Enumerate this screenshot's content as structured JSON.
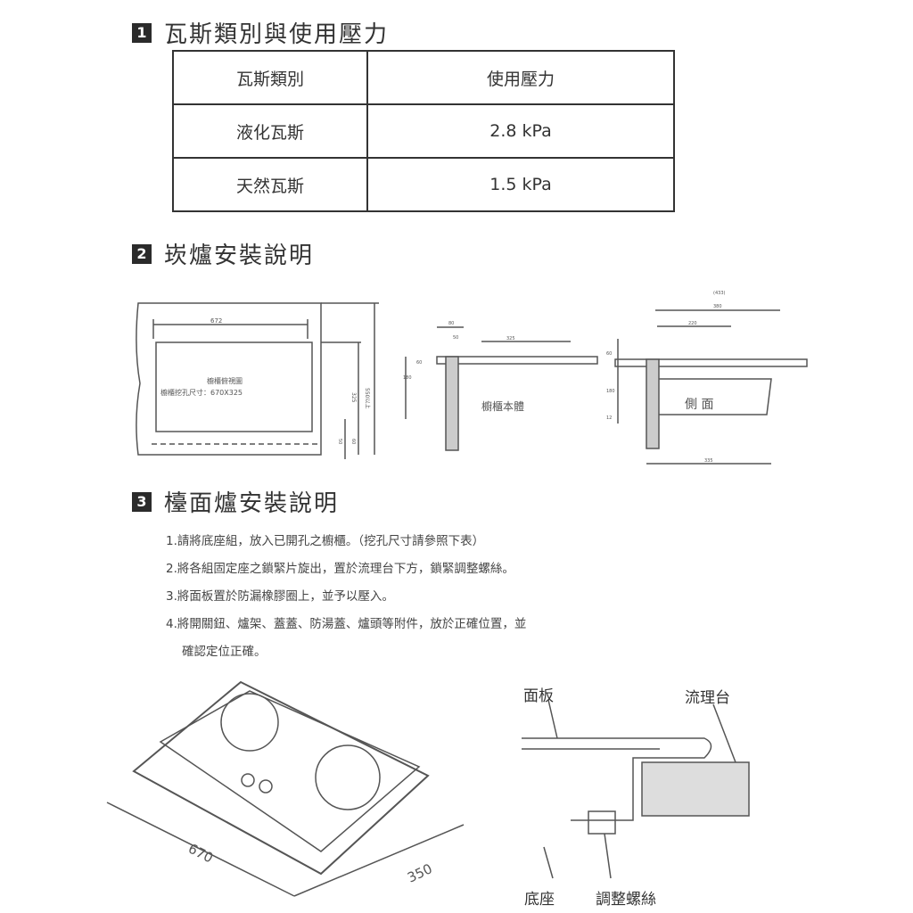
{
  "section1": {
    "number": "1",
    "title": "瓦斯類別與使用壓力",
    "table": {
      "headers": [
        "瓦斯類別",
        "使用壓力"
      ],
      "rows": [
        [
          "液化瓦斯",
          "2.8 kPa"
        ],
        [
          "天然瓦斯",
          "1.5 kPa"
        ]
      ]
    }
  },
  "section2": {
    "number": "2",
    "title": "崁爐安裝說明",
    "top_view": {
      "caption1": "櫥櫃俯視圖",
      "caption2": "櫥櫃挖孔尺寸：670X325",
      "dim_width": "672",
      "dim_depth": "325",
      "dim_total": "550以上",
      "dim_a": "50",
      "dim_b": "60"
    },
    "cabinet_view": {
      "label": "櫥櫃本體",
      "dim_a": "80",
      "dim_b": "50",
      "dim_c": "325",
      "dim_d": "60",
      "dim_e": "180"
    },
    "side_view": {
      "label": "側 面",
      "dim_a": "(433)",
      "dim_b": "380",
      "dim_c": "220",
      "dim_d": "60",
      "dim_e": "180",
      "dim_f": "12",
      "dim_g": "335"
    }
  },
  "section3": {
    "number": "3",
    "title": "檯面爐安裝說明",
    "steps": [
      "1.請將底座組，放入已開孔之櫥櫃。（挖孔尺寸請參照下表）",
      "2.將各組固定座之鎖緊片旋出，置於流理台下方，鎖緊調整螺絲。",
      "3.將面板置於防漏橡膠圈上，並予以壓入。",
      "4.將開關鈕、爐架、蓋蓋、防湯蓋、爐頭等附件，放於正確位置，並",
      "確認定位正確。"
    ],
    "stove": {
      "dim_width": "670",
      "dim_depth": "350"
    },
    "detail": {
      "panel": "面板",
      "counter": "流理台",
      "base": "底座",
      "screw": "調整螺絲"
    }
  }
}
